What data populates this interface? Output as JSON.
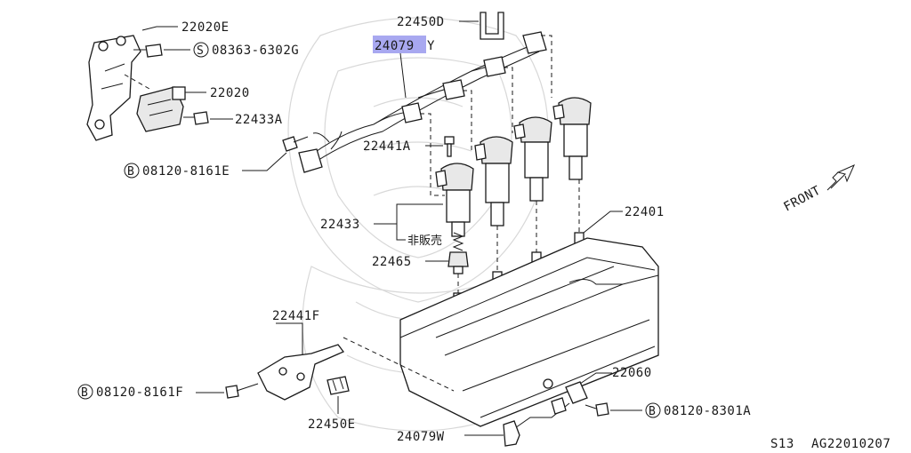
{
  "labels": {
    "bracket_top": "22020E",
    "screw_s": "08363-6302G",
    "ignition_unit": "22020",
    "bolt_a": "22433A",
    "bolt_b_left": "08120-8161E",
    "clip_d": "22450D",
    "harness_highlighted": "24079",
    "harness_suffix": "Y",
    "bolt_441a": "22441A",
    "coil": "22433",
    "not_sold": "非販売",
    "boot_465": "22465",
    "plug_401": "22401",
    "bracket_441f": "22441F",
    "bolt_b_bottom": "08120-8161F",
    "clip_e": "22450E",
    "harness_w": "24079W",
    "sensor_060": "22060",
    "bolt_b_right": "08120-8301A",
    "front": "FRONT",
    "circle_s": "S",
    "circle_b": "B"
  },
  "footer": {
    "model": "S13",
    "diagram_code": "AG22010207"
  },
  "colors": {
    "line": "#1a1a1a",
    "highlight": "#a8a8f0",
    "watermark": "#d8d8d8"
  }
}
